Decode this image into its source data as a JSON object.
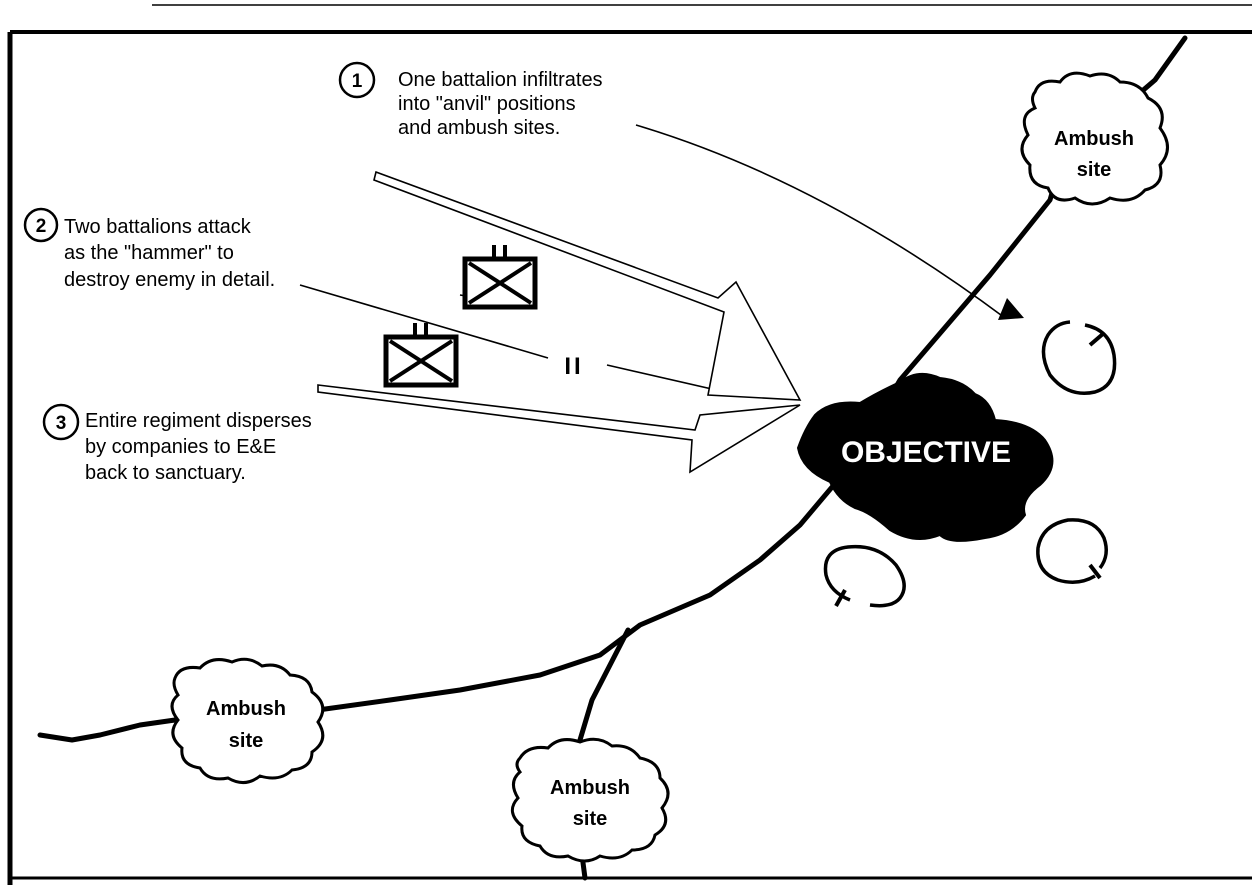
{
  "notes": {
    "step1": {
      "number": "1",
      "lines": [
        "One battalion infiltrates",
        "into \"anvil\" positions",
        "and ambush sites."
      ]
    },
    "step2": {
      "number": "2",
      "lines": [
        "Two battalions attack",
        "as the \"hammer\" to",
        "destroy enemy in detail."
      ]
    },
    "step3": {
      "number": "3",
      "lines": [
        "Entire regiment disperses",
        "by companies to E&E",
        "back to sanctuary."
      ]
    }
  },
  "objective_label": "OBJECTIVE",
  "ambush_sites": [
    {
      "line1": "Ambush",
      "line2": "site"
    },
    {
      "line1": "Ambush",
      "line2": "site"
    },
    {
      "line1": "Ambush",
      "line2": "site"
    }
  ],
  "battalion_marker": "II",
  "unit_symbol": "infantry-battalion-symbol"
}
